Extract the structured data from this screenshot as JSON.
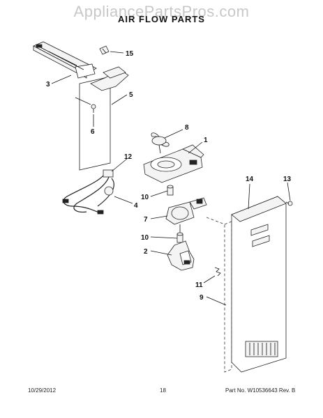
{
  "watermark": "AppliancePartsPros.com",
  "title": "AIR FLOW PARTS",
  "footer": {
    "date": "10/29/2012",
    "page": "18",
    "part": "Part No. W10536643  Rev. B"
  },
  "callouts": {
    "c1": "1",
    "c2": "2",
    "c3": "3",
    "c4": "4",
    "c5": "5",
    "c6": "6",
    "c7": "7",
    "c8": "8",
    "c9": "9",
    "c10a": "10",
    "c10b": "10",
    "c11": "11",
    "c12": "12",
    "c13": "13",
    "c14": "14",
    "c15": "15"
  }
}
